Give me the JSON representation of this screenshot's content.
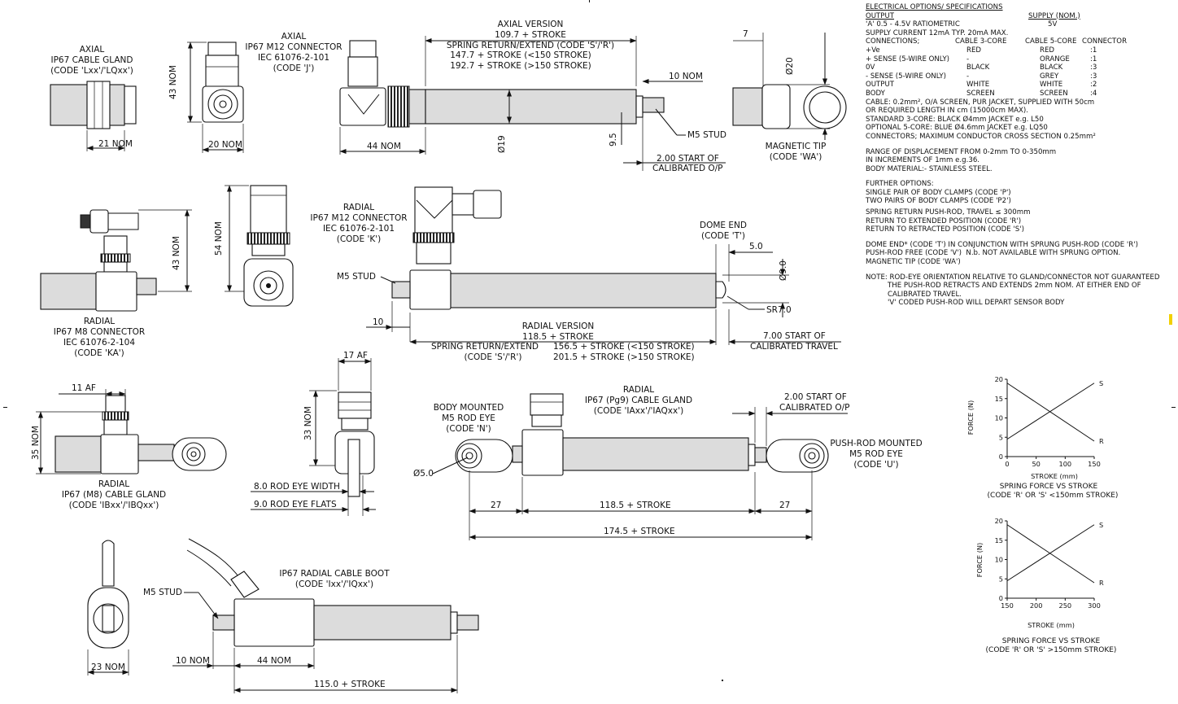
{
  "colors": {
    "line": "#111111",
    "metal": "#dcdcdc",
    "dark": "#333333",
    "marker": "#f2d000"
  },
  "spec": {
    "title": "ELECTRICAL OPTIONS/ SPECIFICATIONS",
    "output_head": "OUTPUT",
    "supply_head": "SUPPLY (NOM.)",
    "line_a": "'A' 0.5 - 4.5V RATIOMETRIC",
    "line_a_supply": "5V",
    "supply_current": "SUPPLY CURRENT 12mA TYP. 20mA MAX.",
    "connections_head": [
      "CONNECTIONS;",
      "CABLE 3-CORE",
      "CABLE 5-CORE",
      "CONNECTOR"
    ],
    "connections": [
      [
        "+Ve",
        "RED",
        "RED",
        ":1"
      ],
      [
        "+ SENSE (5-WIRE ONLY)",
        "-",
        "ORANGE",
        ":1"
      ],
      [
        "0V",
        "BLACK",
        "BLACK",
        ":3"
      ],
      [
        "- SENSE (5-WIRE ONLY)",
        "-",
        "GREY",
        ":3"
      ],
      [
        "OUTPUT",
        "WHITE",
        "WHITE",
        ":2"
      ],
      [
        "BODY",
        "SCREEN",
        "SCREEN",
        ":4"
      ]
    ],
    "cable_lines": [
      "CABLE: 0.2mm², O/A SCREEN, PUR JACKET, SUPPLIED WITH 50cm",
      "OR REQUIRED LENGTH IN cm (15000cm MAX).",
      "STANDARD 3-CORE: BLACK Ø4mm JACKET e.g. L50",
      "OPTIONAL 5-CORE: BLUE Ø4.6mm JACKET e.g. LQ50",
      "CONNECTORS; MAXIMUM CONDUCTOR CROSS SECTION 0.25mm²"
    ],
    "range_lines": [
      "RANGE OF DISPLACEMENT FROM 0-2mm TO 0-350mm",
      "IN INCREMENTS OF 1mm e.g.36.",
      "BODY MATERIAL:- STAINLESS STEEL."
    ],
    "further_lines": [
      "FURTHER OPTIONS:",
      "SINGLE PAIR OF BODY CLAMPS (CODE 'P')",
      "TWO PAIRS OF BODY CLAMPS (CODE 'P2')"
    ],
    "spring_lines": [
      "SPRING RETURN PUSH-ROD, TRAVEL ≤ 300mm",
      "RETURN TO EXTENDED POSITION (CODE 'R')",
      "RETURN TO RETRACTED POSITION (CODE 'S')"
    ],
    "dome_lines": [
      "DOME END* (CODE 'T') IN CONJUNCTION WITH SPRUNG PUSH-ROD (CODE 'R')",
      "PUSH-ROD FREE (CODE 'V')  N.b. NOT AVAILABLE WITH SPRUNG OPTION.",
      "MAGNETIC TIP (CODE 'WA')"
    ],
    "note_first": "NOTE: ROD-EYE ORIENTATION RELATIVE TO GLAND/CONNECTOR NOT GUARANTEED",
    "note_lines": [
      "THE PUSH-ROD RETRACTS AND EXTENDS 2mm NOM. AT EITHER END OF",
      "CALIBRATED TRAVEL.",
      "'V' CODED PUSH-ROD WILL DEPART SENSOR BODY"
    ]
  },
  "labels": {
    "axial_gland": [
      "AXIAL",
      "IP67 CABLE GLAND",
      "(CODE 'Lxx'/'LQxx')"
    ],
    "axial_gland_dim": "21 NOM",
    "axial_m12": [
      "AXIAL",
      "IP67 M12 CONNECTOR",
      "IEC 61076-2-101",
      "(CODE 'J')"
    ],
    "axial_m12_h": "43 NOM",
    "axial_m12_w": "20 NOM",
    "axial_version": [
      "AXIAL VERSION",
      "109.7 + STROKE"
    ],
    "axial_spring": "SPRING RETURN/EXTEND (CODE 'S'/'R')",
    "axial_spring_vals": [
      "147.7 + STROKE (<150 STROKE)",
      "192.7 + STROKE (>150 STROKE)"
    ],
    "axial_44": "44 NOM",
    "axial_dia19": "Ø19",
    "axial_95": "9.5",
    "axial_10nom": "10 NOM",
    "axial_m5": "M5 STUD",
    "axial_start": [
      "2.00 START OF",
      "CALIBRATED O/P"
    ],
    "mag_7": "7",
    "mag_d20": "Ø20",
    "mag_tip": [
      "MAGNETIC TIP",
      "(CODE 'WA')"
    ],
    "radial_m8": [
      "RADIAL",
      "IP67 M8 CONNECTOR",
      "IEC 61076-2-104",
      "(CODE 'KA')"
    ],
    "radial_m8_43": "43 NOM",
    "radial_m12_54": "54 NOM",
    "radial_m12": [
      "RADIAL",
      "IP67 M12 CONNECTOR",
      "IEC 61076-2-101",
      "(CODE 'K')"
    ],
    "radial_m5": "M5 STUD",
    "dome_end": [
      "DOME END",
      "(CODE 'T')"
    ],
    "dome_5": "5.0",
    "dome_d9": "Ø9.0",
    "dome_sr7": "SR7.0",
    "radial_10": "10",
    "radial_version": [
      "RADIAL VERSION",
      "118.5 + STROKE"
    ],
    "radial_spring": [
      "SPRING RETURN/EXTEND",
      "(CODE 'S'/'R')"
    ],
    "radial_spring_vals": [
      "156.5 + STROKE (<150 STROKE)",
      "201.5 + STROKE (>150 STROKE)"
    ],
    "radial_start": [
      "7.00 START OF",
      "CALIBRATED TRAVEL"
    ],
    "m8gland_11af": "11 AF",
    "m8gland_35": "35 NOM",
    "m8gland": [
      "RADIAL",
      "IP67 (M8) CABLE GLAND",
      "(CODE 'IBxx'/'IBQxx')"
    ],
    "pg9_17af": "17 AF",
    "pg9_33": "33 NOM",
    "rod_width": "8.0 ROD EYE WIDTH",
    "rod_flats": "9.0 ROD EYE FLATS",
    "pg9_gland": [
      "RADIAL",
      "IP67 (Pg9) CABLE GLAND",
      "(CODE 'IAxx'/'IAQxx')"
    ],
    "body_eye": [
      "BODY MOUNTED",
      "M5 ROD EYE",
      "(CODE 'N')"
    ],
    "pushrod_eye": [
      "PUSH-ROD MOUNTED",
      "M5 ROD EYE",
      "(CODE 'U')"
    ],
    "pg9_start": [
      "2.00 START OF",
      "CALIBRATED O/P"
    ],
    "eye_d5": "Ø5.0",
    "eye_27a": "27",
    "eye_1185": "118.5 + STROKE",
    "eye_27b": "27",
    "eye_1745": "174.5 +  STROKE",
    "boot": [
      "IP67 RADIAL CABLE BOOT",
      "(CODE 'Ixx'/'IQxx')"
    ],
    "boot_m5": "M5 STUD",
    "boot_23": "23 NOM",
    "boot_10": "10 NOM",
    "boot_44": "44 NOM",
    "boot_115": "115.0 + STROKE"
  },
  "chart_data": [
    {
      "type": "line",
      "title": "SPRING FORCE VS STROKE",
      "subtitle": "(CODE 'R' OR 'S' <150mm STROKE)",
      "xlabel": "STROKE (mm)",
      "ylabel": "FORCE (N)",
      "xlim": [
        0,
        150
      ],
      "ylim": [
        0,
        20
      ],
      "xticks": [
        0,
        50,
        100,
        150
      ],
      "yticks": [
        0,
        5,
        10,
        15,
        20
      ],
      "series": [
        {
          "name": "S",
          "x": [
            0,
            150
          ],
          "y": [
            4.5,
            19
          ]
        },
        {
          "name": "R",
          "x": [
            0,
            150
          ],
          "y": [
            19,
            4
          ]
        }
      ]
    },
    {
      "type": "line",
      "title": "SPRING FORCE VS STROKE",
      "subtitle": "(CODE 'R' OR 'S' >150mm STROKE)",
      "xlabel": "STROKE (mm)",
      "ylabel": "FORCE (N)",
      "xlim": [
        150,
        300
      ],
      "ylim": [
        0,
        20
      ],
      "xticks": [
        150,
        200,
        250,
        300
      ],
      "yticks": [
        0,
        5,
        10,
        15,
        20
      ],
      "series": [
        {
          "name": "S",
          "x": [
            150,
            300
          ],
          "y": [
            4.5,
            19
          ]
        },
        {
          "name": "R",
          "x": [
            150,
            300
          ],
          "y": [
            19,
            4
          ]
        }
      ]
    }
  ]
}
